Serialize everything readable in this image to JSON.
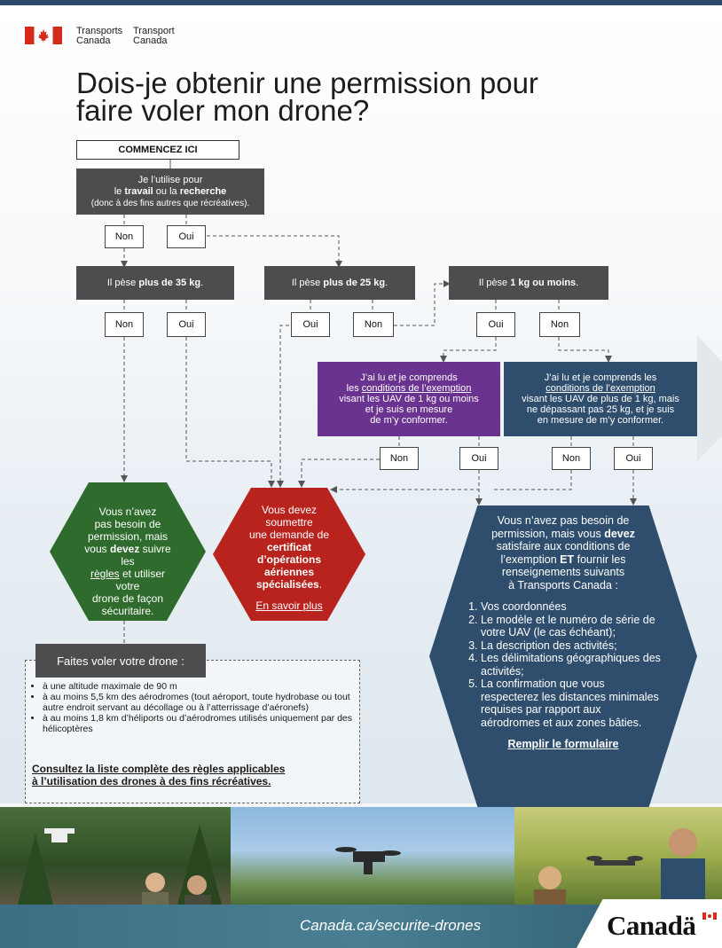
{
  "header": {
    "dept_en_1": "Transports",
    "dept_en_2": "Canada",
    "dept_fr_1": "Transport",
    "dept_fr_2": "Canada",
    "title_line1": "Dois-je obtenir une permission pour",
    "title_line2": "faire voler mon drone?"
  },
  "flow": {
    "start": "COMMENCEZ ICI",
    "q1": {
      "line1": "Je l’utilise pour",
      "line2_pre": "le ",
      "line2_b1": "travail",
      "line2_mid": " ou la ",
      "line2_b2": "recherche",
      "line3": "(donc à des fins autres que récréatives)."
    },
    "q2": {
      "pre": "Il pèse ",
      "bold": "plus de 35 kg",
      "post": "."
    },
    "q3": {
      "pre": "Il pèse ",
      "bold": "plus de 25 kg",
      "post": "."
    },
    "q4": {
      "pre": "Il pèse ",
      "bold": "1 kg ou moins",
      "post": "."
    },
    "non": "Non",
    "oui": "Oui",
    "purple_box": {
      "line1": "J’ai lu et je comprends",
      "line2_pre": "les ",
      "line2_link": "conditions de l’exemption",
      "line3": "visant les UAV de 1 kg ou moins",
      "line4": "et je suis en mesure",
      "line5": "de m’y conformer."
    },
    "navy_box": {
      "line1": "J’ai lu et je comprends les",
      "line2_link": "conditions de l’exemption",
      "line3": "visant les UAV de plus de 1 kg, mais",
      "line4": "ne dépassant pas 25 kg, et je suis",
      "line5": "en mesure de m’y conformer."
    }
  },
  "outcomes": {
    "green": {
      "t1": "Vous n’avez",
      "t2": "pas besoin de",
      "t3": "permission, mais",
      "t4_pre": "vous ",
      "t4_b": "devez",
      "t4_post": " suivre les",
      "t5_link": "règles",
      "t5_post": " et utiliser votre",
      "t6": "drone de façon",
      "t7": "sécuritaire."
    },
    "red": {
      "t1": "Vous devez",
      "t2": "soumettre",
      "t3": "une demande de",
      "t4_b": "certificat d’opérations",
      "t5_b": "aériennes",
      "t6_b": "spécialisées",
      "t6_post": ".",
      "link": "En savoir plus"
    },
    "blue": {
      "t1": "Vous n’avez pas besoin de",
      "t2_pre": "permission, mais vous ",
      "t2_b": "devez",
      "t3": "satisfaire aux conditions de",
      "t4_pre": "l’exemption ",
      "t4_b": "ET",
      "t4_post": " fournir les",
      "t5": "renseignements suivants",
      "t6": "à Transports Canada :",
      "items": [
        "Vos coordonnées",
        "Le modèle et le numéro de série de votre UAV (le cas échéant);",
        "La description des activités;",
        "Les délimitations géographiques des activités;",
        "La confirmation que vous respecterez les distances minimales requises par rapport aux aérodromes et aux zones bâties."
      ],
      "link": "Remplir le formulaire"
    }
  },
  "fly": {
    "heading": "Faites voler votre drone :",
    "items": [
      "à une altitude maximale de 90 m",
      "à au moins 5,5 km des aérodromes (tout aéroport, toute hydrobase ou tout autre endroit servant au décollage ou à l’atterrissage d’aéronefs)",
      "à au moins 1,8 km d’héliports ou d’aérodromes utilisés uniquement par des hélicoptères"
    ],
    "link_line1": "Consultez la liste complète des règles applicables",
    "link_line2": "à l’utilisation des drones à des fins récréatives."
  },
  "footer": {
    "url": "Canada.ca/securite-drones",
    "wordmark": "Canadä"
  },
  "colors": {
    "green": "#2f6b2d",
    "red": "#b8231d",
    "navy": "#2f4e6d",
    "purple": "#6a3390",
    "dark_box": "#4d4d4f",
    "flag_red": "#d52b1e"
  }
}
